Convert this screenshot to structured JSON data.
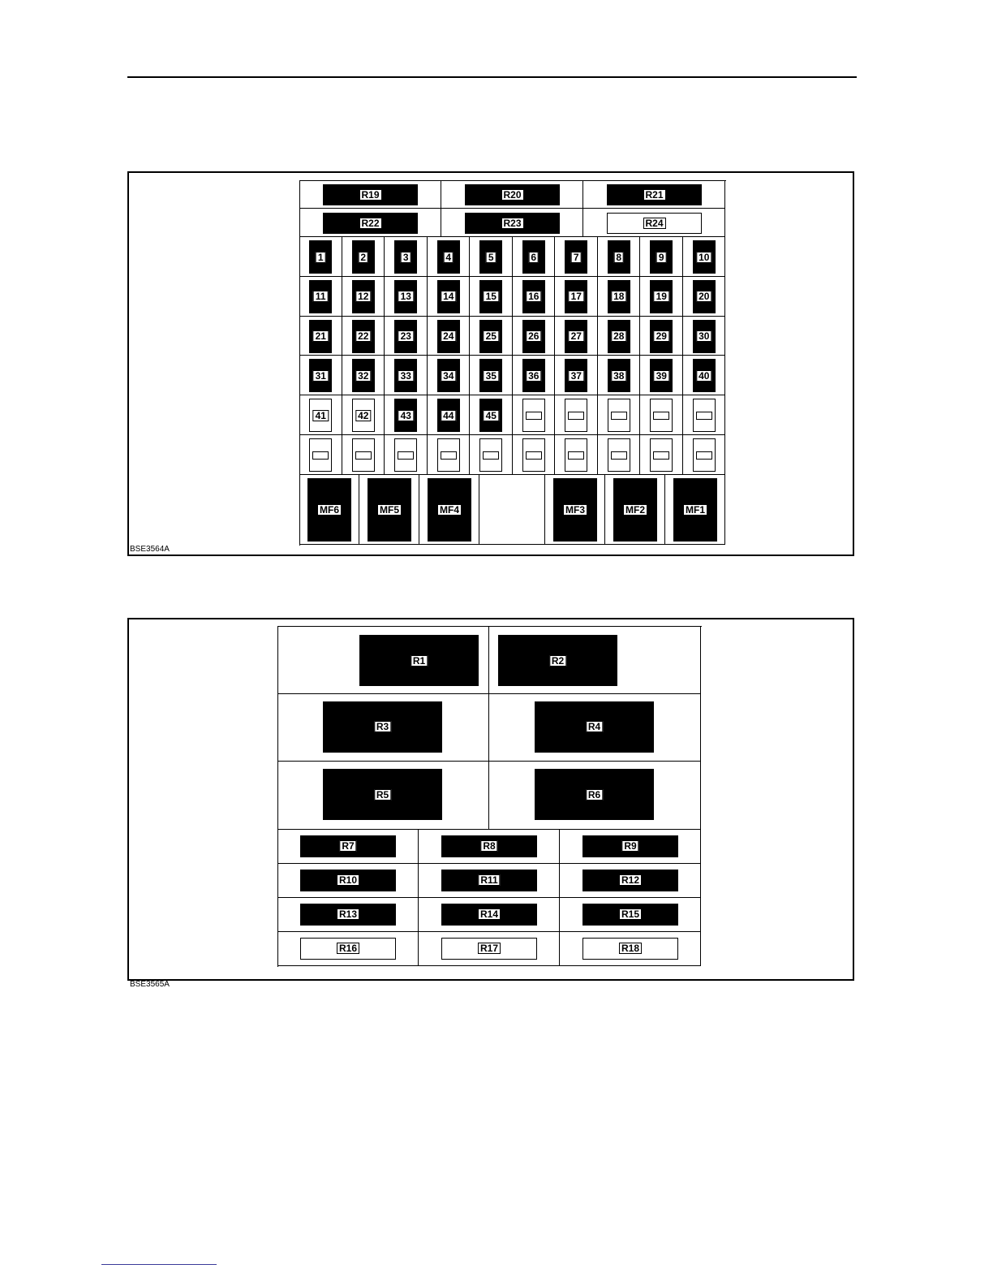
{
  "diagram1": {
    "code": "BSE3564A",
    "relays_top": [
      "R19",
      "R20",
      "R21",
      "R22",
      "R23",
      "R24"
    ],
    "relays_top_filled": [
      true,
      true,
      true,
      true,
      true,
      false
    ],
    "fuses": [
      "1",
      "2",
      "3",
      "4",
      "5",
      "6",
      "7",
      "8",
      "9",
      "10",
      "11",
      "12",
      "13",
      "14",
      "15",
      "16",
      "17",
      "18",
      "19",
      "20",
      "21",
      "22",
      "23",
      "24",
      "25",
      "26",
      "27",
      "28",
      "29",
      "30",
      "31",
      "32",
      "33",
      "34",
      "35",
      "36",
      "37",
      "38",
      "39",
      "40",
      "41",
      "42",
      "43",
      "44",
      "45",
      "",
      "",
      "",
      "",
      "",
      "",
      "",
      "",
      "",
      "",
      "",
      "",
      "",
      "",
      ""
    ],
    "fuses_filled": [
      true,
      true,
      true,
      true,
      true,
      true,
      true,
      true,
      true,
      true,
      true,
      true,
      true,
      true,
      true,
      true,
      true,
      true,
      true,
      true,
      true,
      true,
      true,
      true,
      true,
      true,
      true,
      true,
      true,
      true,
      true,
      true,
      true,
      true,
      true,
      true,
      true,
      true,
      true,
      true,
      false,
      false,
      true,
      true,
      true,
      false,
      false,
      false,
      false,
      false,
      false,
      false,
      false,
      false,
      false,
      false,
      false,
      false,
      false,
      false
    ],
    "maxi_fuses": [
      "MF6",
      "MF5",
      "MF4",
      "",
      "MF3",
      "MF2",
      "MF1"
    ]
  },
  "diagram2": {
    "code": "BSE3565A",
    "large_relays": [
      "R1",
      "R2",
      "R3",
      "R4",
      "R5",
      "R6"
    ],
    "small_relays": [
      "R7",
      "R8",
      "R9",
      "R10",
      "R11",
      "R12",
      "R13",
      "R14",
      "R15",
      "R16",
      "R17",
      "R18"
    ],
    "small_relays_filled": [
      true,
      true,
      true,
      true,
      true,
      true,
      true,
      true,
      true,
      false,
      false,
      false
    ]
  }
}
